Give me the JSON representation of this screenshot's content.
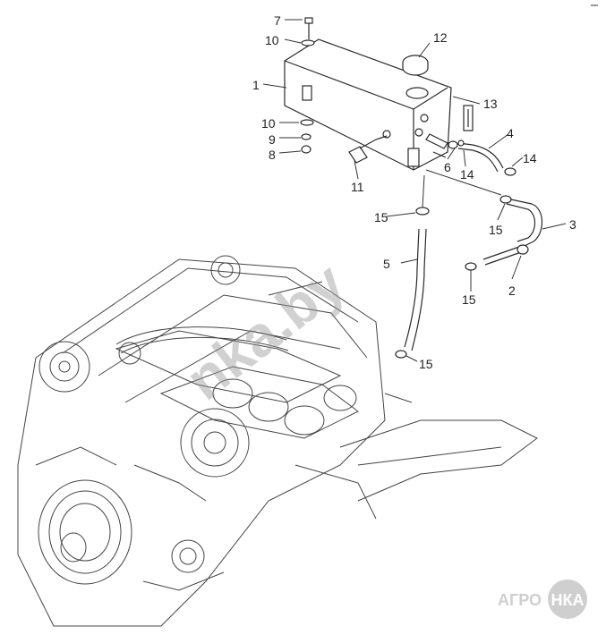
{
  "callouts": {
    "c1": "1",
    "c2": "2",
    "c3": "3",
    "c4": "4",
    "c5": "5",
    "c6": "6",
    "c7": "7",
    "c8": "8",
    "c9": "9",
    "c10a": "10",
    "c10b": "10",
    "c11": "11",
    "c12": "12",
    "c13": "13",
    "c14a": "14",
    "c14b": "14",
    "c15a": "15",
    "c15b": "15",
    "c15c": "15",
    "c15d": "15"
  },
  "watermark": "nka.by",
  "logo": {
    "left": "АГРО",
    "badge": "НКА",
    "accent": "#cfcfcf"
  }
}
